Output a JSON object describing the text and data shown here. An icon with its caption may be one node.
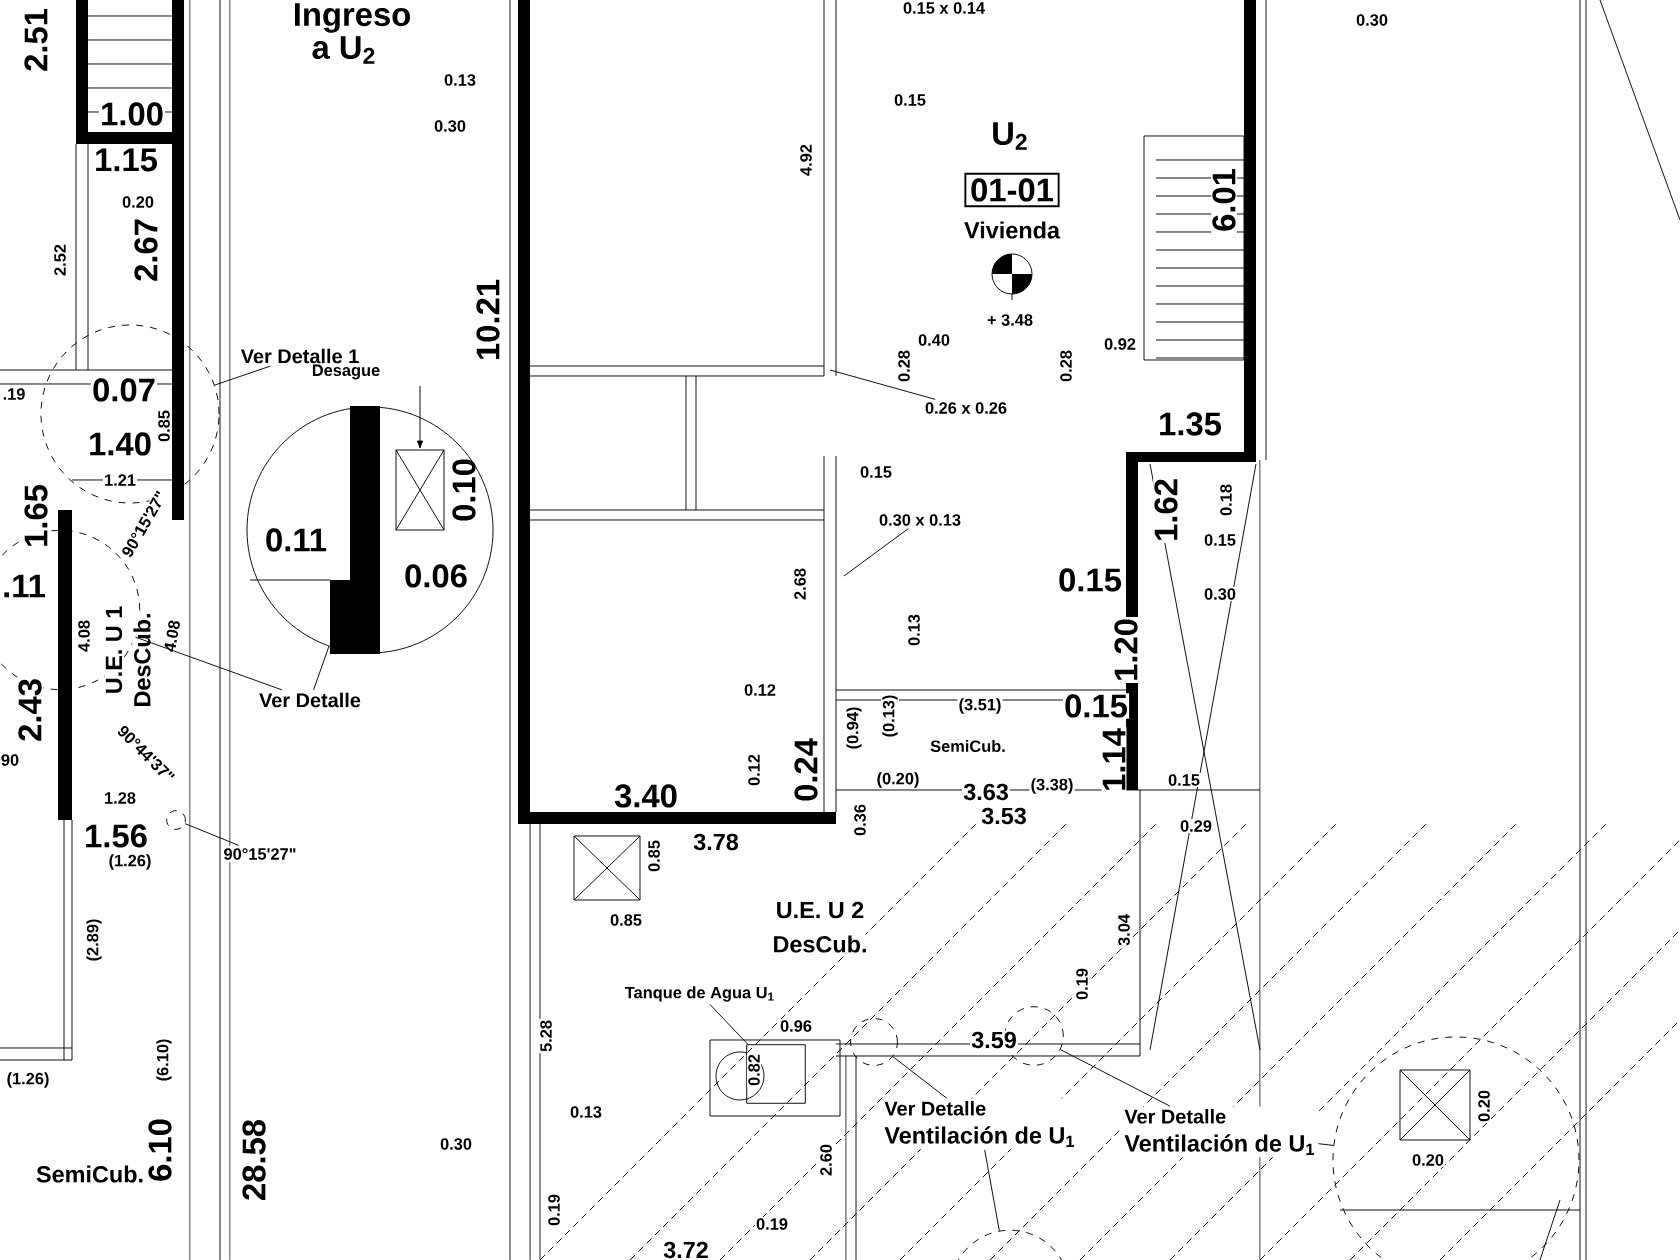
{
  "diagram": {
    "nodes": [
      {
        "text": [
          "Ver Detalle 1"
        ]
      },
      {
        "text": [],
        "shape": "circle"
      },
      {
        "text": [
          "Desague",
          "0.11",
          "0.10",
          "0.06"
        ]
      },
      {
        "text": [
          "Ver Detalle"
        ]
      },
      {
        "text": [],
        "shape": "circle"
      },
      {
        "text": [
          "90°15'27\""
        ]
      },
      {
        "text": [],
        "shape": "circle"
      },
      {
        "text": [
          "0.26 x 0.26"
        ]
      },
      {
        "text": [
          "0.30 x 0.13"
        ]
      },
      {
        "text": [
          "01-01"
        ]
      },
      {
        "text": [
          "Tanque de Agua U$_{1}$"
        ]
      },
      {
        "text": [],
        "shape": "box"
      },
      {
        "text": [
          "Ver Detalle",
          "Ventilación de U$_{1}$"
        ]
      },
      {
        "text": [],
        "shape": "circle"
      },
      {
        "text": [],
        "shape": "circle"
      },
      {
        "text": [
          "Ver Detalle",
          "Ventilación de U$_{1}$"
        ]
      },
      {
        "text": [],
        "shape": "circle"
      },
      {
        "text": [],
        "shape": "circle"
      }
    ],
    "edges": [
      {
        "from": 0,
        "to": 1,
        "arrow": "none"
      },
      {
        "from": 3,
        "to": 4,
        "arrow": "none"
      },
      {
        "from": 3,
        "to": 2,
        "arrow": "none"
      },
      {
        "from": 5,
        "to": 6,
        "arrow": "none"
      },
      {
        "from": 7,
        "to": null,
        "arrow": "none"
      },
      {
        "from": 8,
        "to": null,
        "arrow": "none"
      },
      {
        "from": 10,
        "to": 11,
        "arrow": "none"
      },
      {
        "from": 12,
        "to": 13,
        "arrow": "none"
      },
      {
        "from": 12,
        "to": 14,
        "arrow": "none"
      },
      {
        "from": 15,
        "to": 16,
        "arrow": "none"
      },
      {
        "from": 15,
        "to": 17,
        "arrow": "none"
      }
    ],
    "labels": [
      "2.51",
      "Ingreso",
      "0.15 x 0.14",
      "0.30",
      "a U$_{2}$",
      "0.13",
      "0.15",
      "1.00",
      "0.30",
      "U$_{2}$",
      "1.15",
      "4.92",
      "6.01",
      "0.20",
      "Vivienda",
      "2.52",
      "2.67",
      "10.21",
      "+ 3.48",
      "0.40",
      "0.92",
      "0.28",
      "0.28",
      ".19",
      "0.07",
      "0.85",
      "1.35",
      "1.40",
      "1.65",
      "1.21",
      "0.15",
      "90°15'27\"",
      "1.62",
      "0.18",
      "0.15",
      ".11",
      "2.68",
      "0.15",
      "0.30",
      "4.08",
      "U.E. U 1",
      "DesCub.",
      "4.08",
      "0.13",
      "1.20",
      "0.12",
      "(3.51)",
      "0.15",
      "2.43",
      "(0.94)",
      "(0.13)",
      "SemiCub.",
      "1.14",
      "0.12",
      "0.24",
      "(0.20)",
      "3.63",
      "(3.38)",
      "0.15",
      "90",
      "90°44'37\"",
      "3.40",
      "1.28",
      "3.78",
      "0.36",
      "3.53",
      "0.29",
      "1.56",
      "(1.26)",
      "0.85",
      "0.85",
      "U.E. U 2",
      "DesCub.",
      "3.04",
      "(2.89)",
      "0.19",
      "0.96",
      "3.59",
      "5.28",
      "0.82",
      "(1.26)",
      "0.20",
      "0.13",
      "6.10",
      "(6.10)",
      "0.30",
      "28.58",
      "0.20",
      "2.60",
      "SemiCub.",
      "0.19",
      "0.19",
      "3.72"
    ]
  }
}
